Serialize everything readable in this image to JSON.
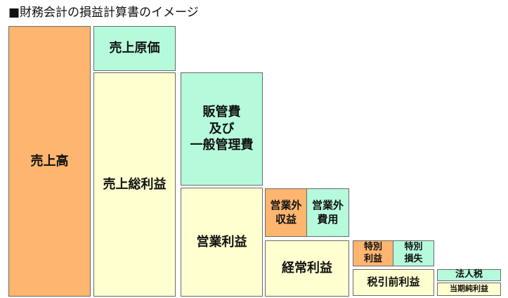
{
  "title": "■財務会計の損益計算書のイメージ",
  "boxes": {
    "sales": "売上高",
    "cogs": "売上原価",
    "gross_profit": "売上総利益",
    "sga": "販管費\n及び\n一般管理費",
    "operating_profit": "営業利益",
    "non_op_income": "営業外\n収益",
    "non_op_expense": "営業外\n費用",
    "ordinary_profit": "経常利益",
    "extraordinary_income": "特別\n利益",
    "extraordinary_loss": "特別\n損失",
    "pretax_profit": "税引前利益",
    "corporate_tax": "法人税",
    "net_profit": "当期純利益"
  },
  "colors": {
    "revenue": "#fdb56f",
    "cost": "#b5fadb",
    "profit": "#ffffd0"
  }
}
